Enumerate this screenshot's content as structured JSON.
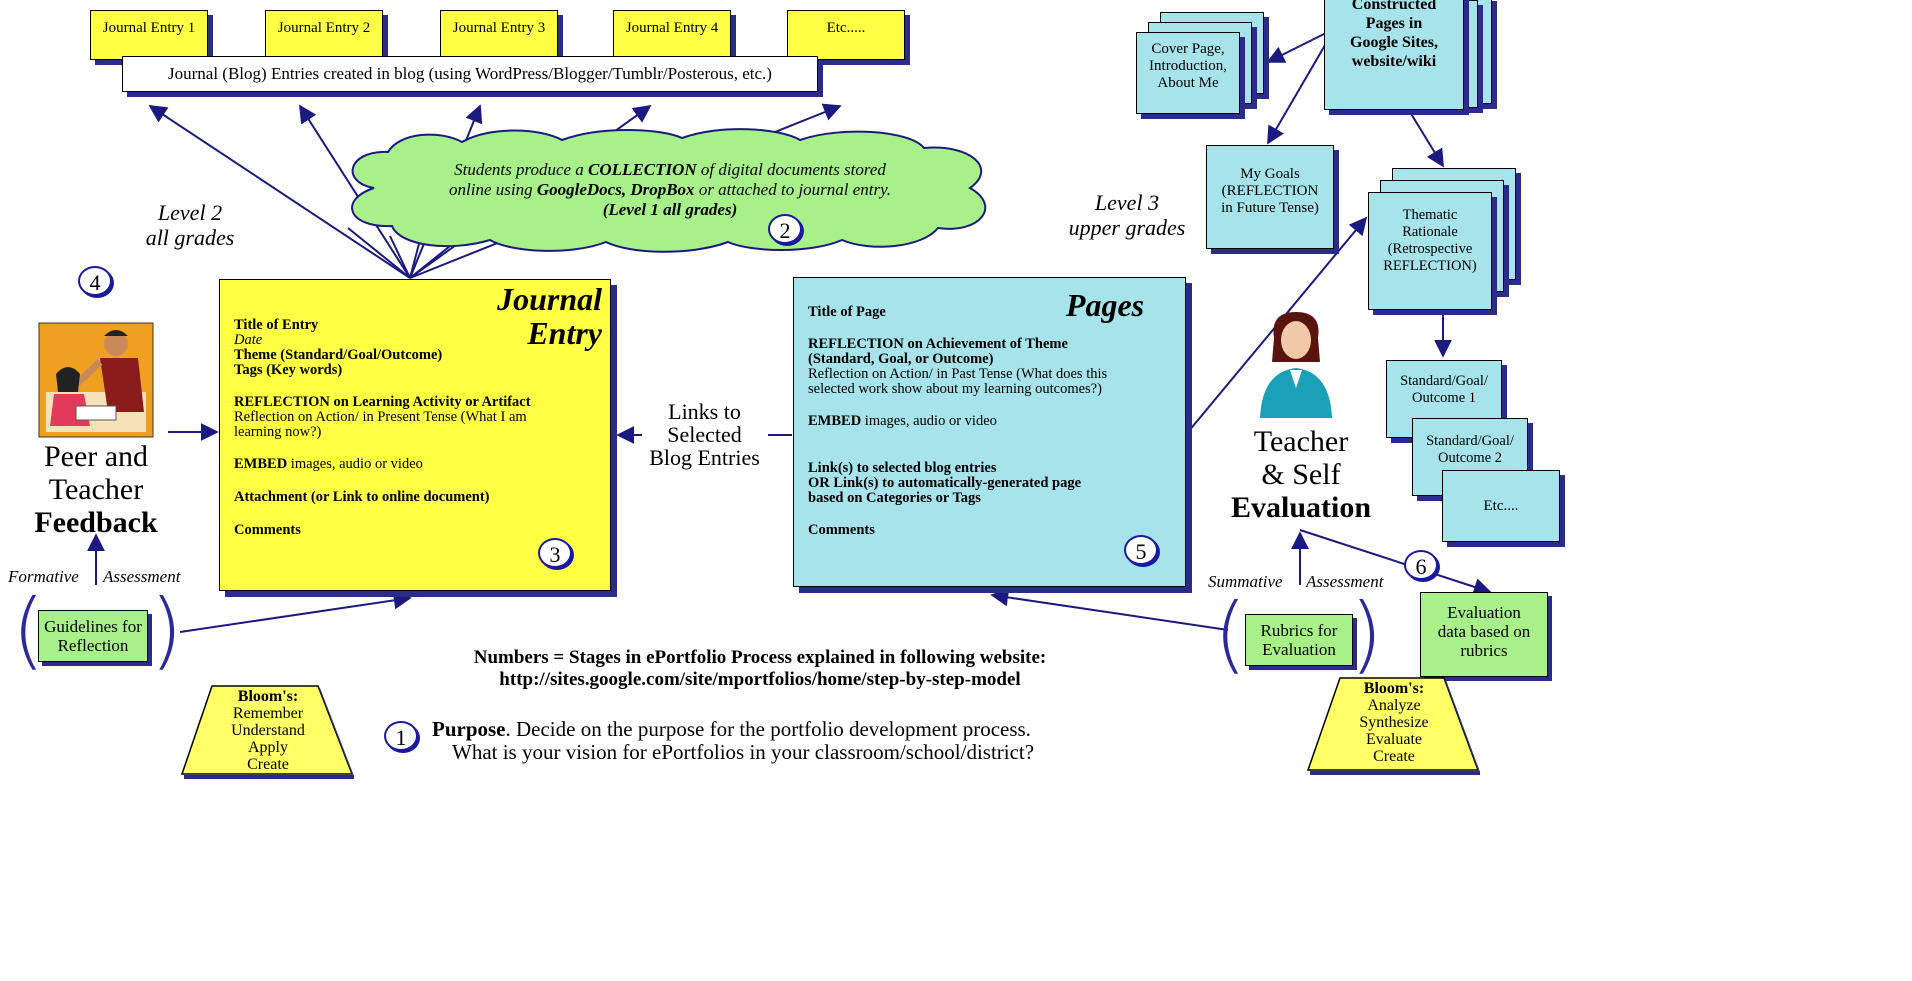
{
  "journal_entries": [
    "Journal Entry 1",
    "Journal Entry 2",
    "Journal Entry 3",
    "Journal Entry 4",
    "Etc....."
  ],
  "blog_bar": "Journal (Blog) Entries created in blog (using WordPress/Blogger/Tumblr/Posterous, etc.)",
  "cloud": {
    "line1_a": "Students produce a ",
    "line1_b": "COLLECTION",
    "line1_c": " of digital documents stored",
    "line2_a": "online using ",
    "line2_b": "GoogleDocs, DropBox",
    "line2_c": " or attached to journal entry.",
    "line3": "(Level 1 all grades)"
  },
  "level2": [
    "Level 2",
    "all grades"
  ],
  "level3": [
    "Level 3",
    "upper grades"
  ],
  "stage_numbers": [
    "1",
    "2",
    "3",
    "4",
    "5",
    "6"
  ],
  "feedback": {
    "line1": "Peer and",
    "line2": "Teacher",
    "line3": "Feedback"
  },
  "formative": {
    "left": "Formative",
    "right": "Assessment"
  },
  "guidelines": [
    "Guidelines for",
    "Reflection"
  ],
  "journal_box": {
    "title": [
      "Journal",
      "Entry"
    ],
    "title_of_entry": "Title of Entry",
    "date": "Date",
    "theme": "Theme (Standard/Goal/Outcome)",
    "tags": "Tags (Key words)",
    "reflection_head": "REFLECTION on Learning Activity or Artifact",
    "reflection_body": [
      "Reflection on Action/ in Present Tense (What I am",
      "learning now?)"
    ],
    "embed_b": "EMBED",
    "embed_rest": " images, audio or video",
    "attachment": "Attachment (or Link to online document)",
    "comments": "Comments"
  },
  "links_label": [
    "Links to",
    "Selected",
    "Blog Entries"
  ],
  "pages_box": {
    "title": "Pages",
    "title_of_page": "Title of Page",
    "reflection_head": [
      "REFLECTION on Achievement of Theme",
      "(Standard, Goal, or Outcome)"
    ],
    "reflection_body": [
      "Reflection on Action/ in Past Tense (What does this",
      "selected work show about my learning outcomes?)"
    ],
    "embed_b": "EMBED",
    "embed_rest": " images, audio or video",
    "links": [
      "Link(s) to selected blog entries",
      "OR Link(s) to automatically-generated page",
      "based on Categories or Tags"
    ],
    "comments": "Comments"
  },
  "evaluation": {
    "line1": "Teacher",
    "line2": "& Self",
    "line3": "Evaluation"
  },
  "summative": {
    "left": "Summative",
    "right": "Assessment"
  },
  "rubrics": [
    "Rubrics for",
    "Evaluation"
  ],
  "eval_data": [
    "Evaluation",
    "data based on",
    "rubrics"
  ],
  "cover_page": [
    "Cover Page,",
    "Introduction,",
    "About Me"
  ],
  "constructed": [
    "Constructed",
    "Pages in",
    "Google Sites,",
    "website/wiki"
  ],
  "my_goals": [
    "My Goals",
    "(REFLECTION",
    "in Future Tense)"
  ],
  "thematic": [
    "Thematic",
    "Rationale",
    "(Retrospective",
    "REFLECTION)"
  ],
  "standard1": [
    "Standard/Goal/",
    "Outcome 1"
  ],
  "standard2": [
    "Standard/Goal/",
    "Outcome 2"
  ],
  "etc_box": "Etc....",
  "numbers_note": [
    "Numbers = Stages in ePortfolio Process explained in following website:",
    "http://sites.google.com/site/mportfolios/home/step-by-step-model"
  ],
  "purpose": {
    "bold": "Purpose",
    "rest": ". Decide on the purpose for the portfolio development process.",
    "line2": "What is your vision for ePortfolios in your classroom/school/district?"
  },
  "bloom_left": {
    "title": "Bloom's:",
    "items": [
      "Remember",
      "Understand",
      "Apply",
      "Create"
    ]
  },
  "bloom_right": {
    "title": "Bloom's:",
    "items": [
      "Analyze",
      "Synthesize",
      "Evaluate",
      "Create"
    ]
  },
  "colors": {
    "journal_yellow": "#ffff44",
    "cloud_green": "#a8f089",
    "pages_cyan": "#a6e3ea",
    "arrow_navy": "#1a1a80"
  }
}
